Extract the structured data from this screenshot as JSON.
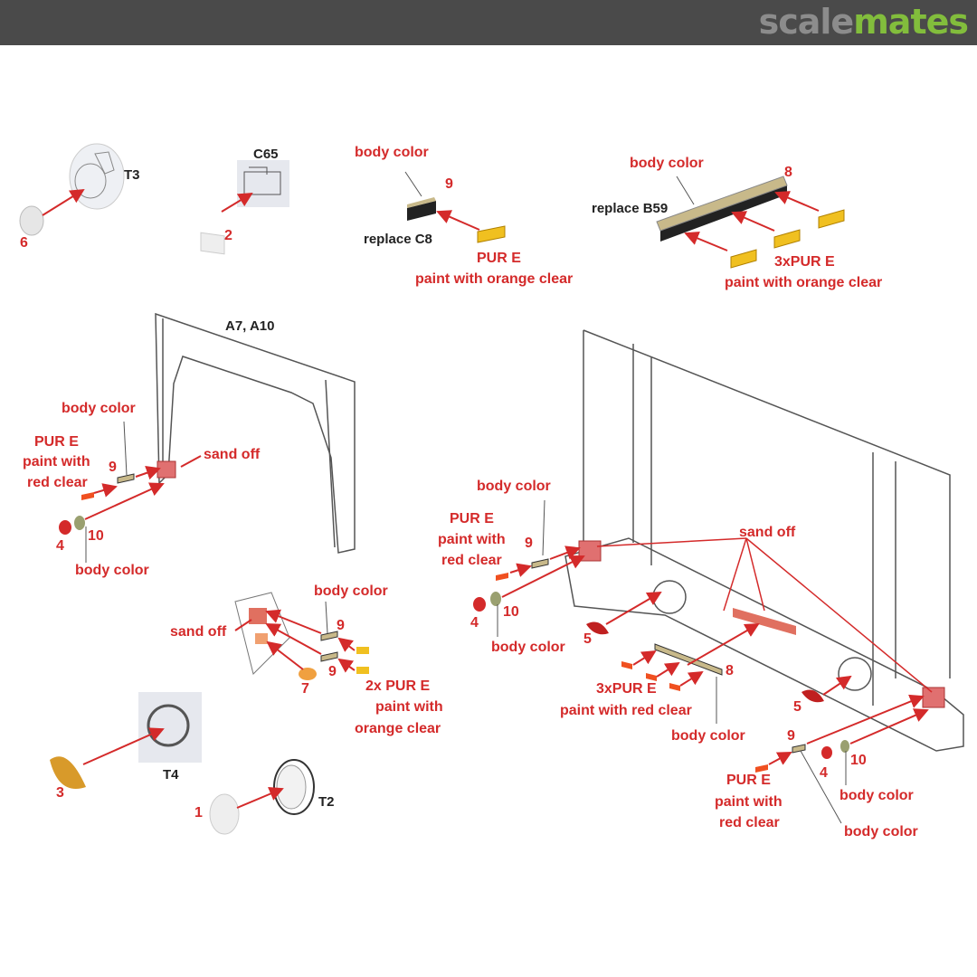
{
  "header": {
    "logo_part1": "scale",
    "logo_part2": "mates",
    "logo_colors": {
      "scale": "#8c8c8c",
      "mates": "#82bd3c"
    }
  },
  "colors": {
    "arrow": "#d42a2a",
    "label": "#d42a2a",
    "part_label": "#222222"
  },
  "top": {
    "t3": "T3",
    "n6": "6",
    "c65": "C65",
    "n2": "2",
    "c8_body": "body color",
    "c8_9": "9",
    "c8_replace": "replace C8",
    "c8_pur": "PUR E",
    "c8_paint": "paint with orange clear",
    "b59_body": "body color",
    "b59_8": "8",
    "b59_replace": "replace B59",
    "b59_pur": "3xPUR E",
    "b59_paint": "paint with orange clear"
  },
  "left_frame": {
    "part": "A7, A10",
    "body1": "body color",
    "pur": "PUR E",
    "paint1": "paint with",
    "paint2": "red clear",
    "n9": "9",
    "sand": "sand off",
    "n4": "4",
    "n10": "10",
    "body2": "body color"
  },
  "middle": {
    "body": "body color",
    "sand": "sand off",
    "n9a": "9",
    "n9b": "9",
    "n7": "7",
    "pur": "2x PUR E",
    "paint1": "paint with",
    "paint2": "orange clear",
    "t4": "T4",
    "n3": "3",
    "t2": "T2",
    "n1": "1"
  },
  "right_frame": {
    "body1": "body color",
    "pur1": "PUR E",
    "paint1a": "paint with",
    "paint1b": "red clear",
    "n9a": "9",
    "sand": "sand off",
    "n4a": "4",
    "n10a": "10",
    "body2": "body color",
    "n5a": "5",
    "pur2": "3xPUR E",
    "paint2": "paint with red clear",
    "n8": "8",
    "body3": "body color",
    "n5b": "5",
    "n9b": "9",
    "n4b": "4",
    "n10b": "10",
    "pur3": "PUR E",
    "paint3a": "paint with",
    "paint3b": "red clear",
    "body4": "body color",
    "body5": "body color"
  }
}
